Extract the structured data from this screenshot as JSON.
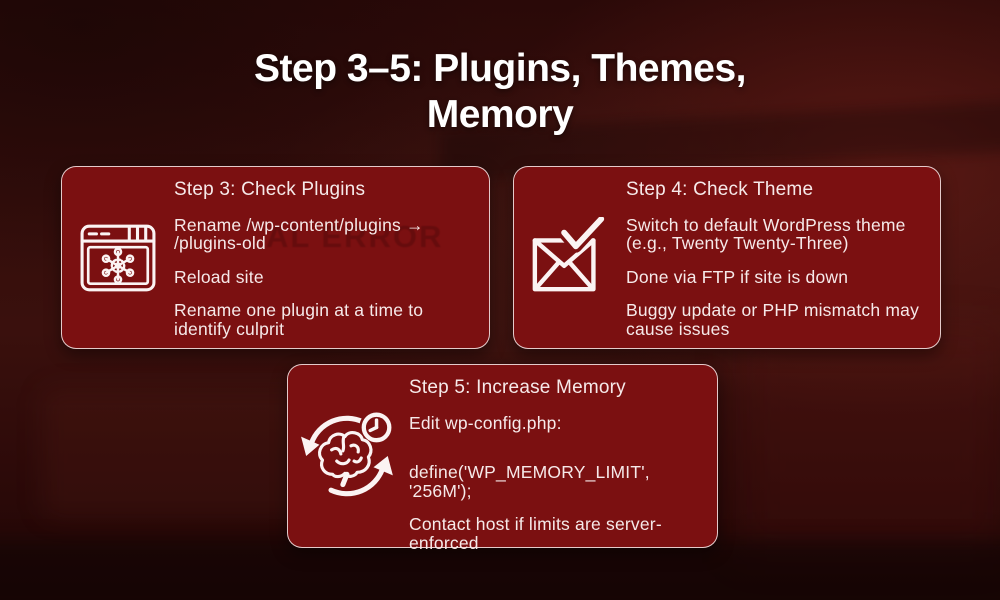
{
  "page": {
    "title_line1": "Step 3–5: Plugins, Themes,",
    "title_line2": "Memory"
  },
  "cards": [
    {
      "heading": "Step 3: Check Plugins",
      "icon": "browser-plugins-icon",
      "items": [
        "Rename /wp-content/plugins → /plugins-old",
        "Reload site",
        "Rename one plugin at a time to identify culprit"
      ],
      "background_watermark": "AL ERROR"
    },
    {
      "heading": "Step 4: Check Theme",
      "icon": "envelope-check-icon",
      "items": [
        "Switch to default WordPress theme (e.g., Twenty Twenty-Three)",
        "Done via FTP if site is down",
        "Buggy update or PHP mismatch may cause issues"
      ]
    },
    {
      "heading": "Step 5: Increase Memory",
      "icon": "brain-refresh-clock-icon",
      "items": [
        "Edit wp-config.php:",
        "define('WP_MEMORY_LIMIT', '256M');",
        "Contact host if limits are server-enforced"
      ]
    }
  ],
  "colors": {
    "card_bg": "#7b1011",
    "card_border": "#efdfdf",
    "text": "#f6e9e9",
    "title": "#ffffff",
    "background_base": "#2f0b09",
    "icon_stroke": "#fbf3f3"
  }
}
